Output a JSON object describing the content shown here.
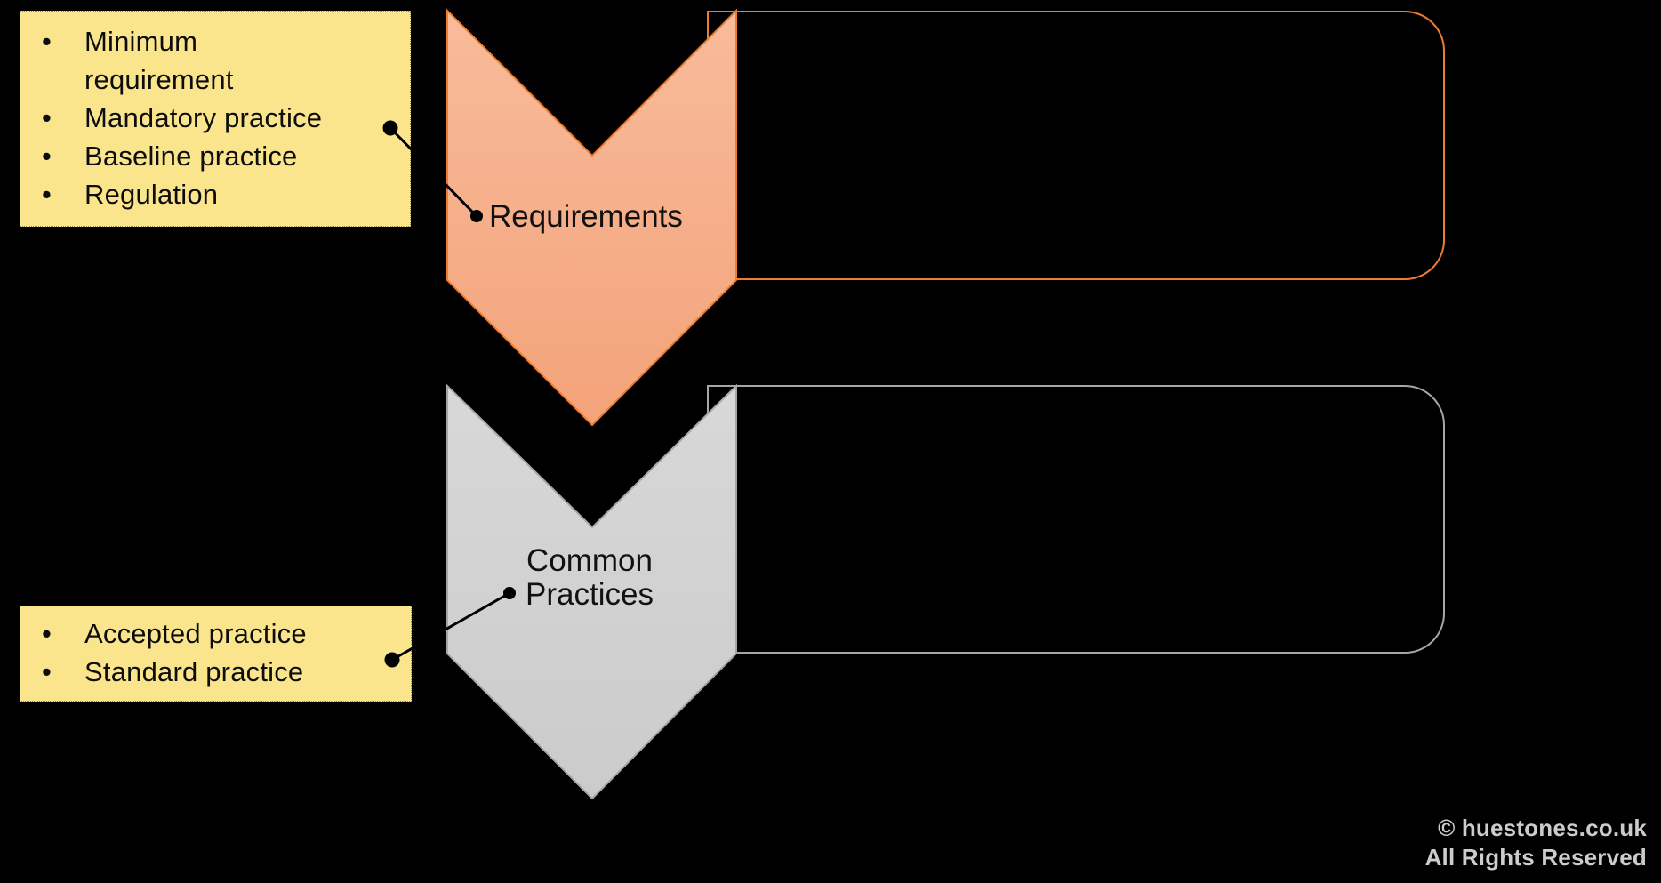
{
  "background": "#000000",
  "glyphs": {
    "bullet": "•"
  },
  "top_box": {
    "fill": "#FAE58C",
    "items": [
      "Minimum\nrequirement",
      "Mandatory practice",
      "Baseline practice",
      "Regulation"
    ]
  },
  "bottom_box": {
    "fill": "#FAE58C",
    "items": [
      "Accepted practice",
      "Standard practice"
    ]
  },
  "chevrons": [
    {
      "label": "Requirements",
      "fill": "#F5AE8A",
      "border": "#ED7D31"
    },
    {
      "label": "Common\nPractices",
      "fill": "#D0D0D0",
      "border": "#A6A6A6"
    }
  ],
  "panels": [
    {
      "border": "#ED7D31",
      "fill": "#000000"
    },
    {
      "border": "#A6A6A6",
      "fill": "#000000"
    }
  ],
  "footer": {
    "line1": "© huestones.co.uk",
    "line2": "All Rights Reserved",
    "color": "#CCCCCC"
  }
}
